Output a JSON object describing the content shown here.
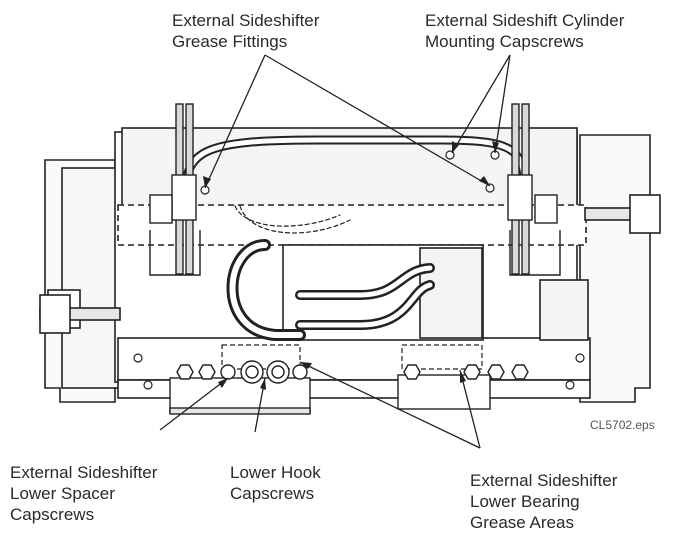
{
  "labels": {
    "grease_fittings": {
      "line1": "External Sideshifter",
      "line2": "Grease Fittings"
    },
    "cylinder_capscrews": {
      "line1": "External Sideshift Cylinder",
      "line2": "Mounting Capscrews"
    },
    "lower_spacer": {
      "line1": "External Sideshifter",
      "line2": "Lower Spacer",
      "line3": "Capscrews"
    },
    "lower_hook": {
      "line1": "Lower Hook",
      "line2": "Capscrews"
    },
    "bearing_grease": {
      "line1": "External Sideshifter",
      "line2": "Lower Bearing",
      "line3": "Grease Areas"
    }
  },
  "filename": "CL5702.eps",
  "colors": {
    "line": "#222222",
    "fill_light": "#f2f2f2",
    "fill_mid": "#d9d9d9",
    "text": "#2a2a2a"
  }
}
